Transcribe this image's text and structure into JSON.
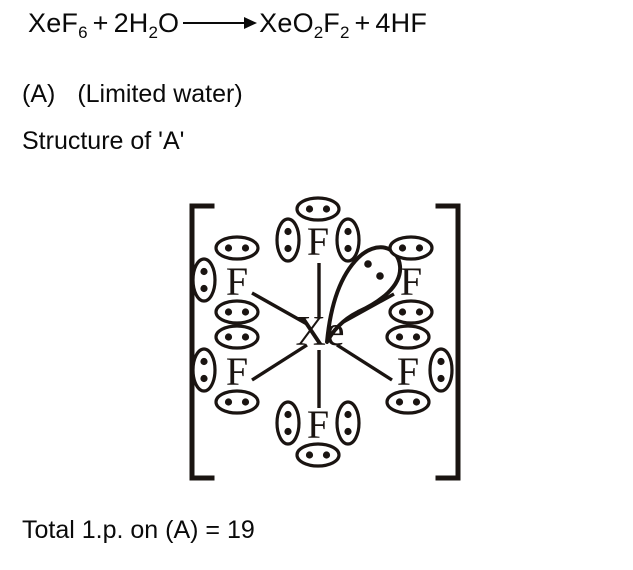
{
  "equation": {
    "reactant_1": "XeF",
    "reactant_1_sub": "6",
    "plus_1": "+",
    "reactant_2_coeff": "2H",
    "reactant_2_sub": "2",
    "reactant_2_tail": "O",
    "arrow": "arrow-right-icon",
    "product_1": "XeO",
    "product_1_sub_o": "2",
    "product_1_f": "F",
    "product_1_sub_f": "2",
    "plus_2": "+",
    "product_2": "4HF",
    "full_text": "XeF6 + 2H2O ⟶ XeO2F2 + 4HF"
  },
  "labels": {
    "species_tag": "(A)",
    "condition": "(Limited water)",
    "structure_heading": "Structure of 'A'",
    "total_lone_pairs": "Total 1.p. on (A) = 19"
  },
  "structure": {
    "charge_bracket_left": "[",
    "charge_bracket_right": "]",
    "central_atom": "Xe",
    "ligand_symbol": "F",
    "ligands": [
      {
        "id": "f-top",
        "label": "F",
        "lone_pairs": 3,
        "position": "top"
      },
      {
        "id": "f-upper-left",
        "label": "F",
        "lone_pairs": 3,
        "position": "upper-left"
      },
      {
        "id": "f-upper-right",
        "label": "F",
        "lone_pairs": 2,
        "position": "upper-right"
      },
      {
        "id": "f-lower-left",
        "label": "F",
        "lone_pairs": 3,
        "position": "lower-left"
      },
      {
        "id": "f-lower-right",
        "label": "F",
        "lone_pairs": 3,
        "position": "lower-right"
      },
      {
        "id": "f-bottom",
        "label": "F",
        "lone_pairs": 3,
        "position": "bottom"
      }
    ],
    "central_lone_pairs": 1,
    "bond_count": 6,
    "ink_color": "#1a1411"
  }
}
